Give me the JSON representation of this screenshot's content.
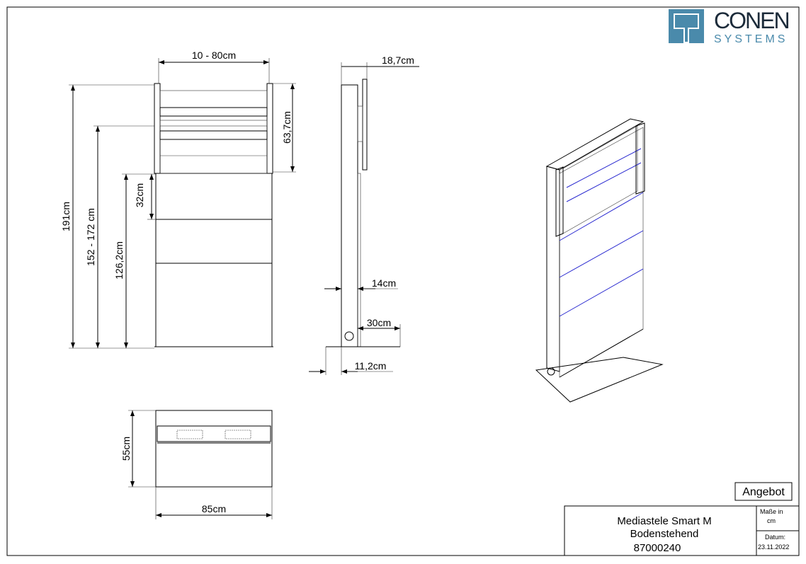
{
  "logo": {
    "line1": "CONEN",
    "line2": "SYSTEMS",
    "color": "#4a8aab"
  },
  "front_view": {
    "width_range": "10 -  80cm",
    "mount_height": "63,7cm",
    "total_height": "191cm",
    "center_height_range": "152 - 172 cm",
    "lower_height": "126,2cm",
    "top_panel": "32cm"
  },
  "side_view": {
    "depth_mount": "18,7cm",
    "column_depth": "14cm",
    "base_front": "30cm",
    "base_back": "11,2cm"
  },
  "top_view": {
    "depth": "55cm",
    "width": "85cm"
  },
  "title_block": {
    "status": "Angebot",
    "product_name": "Mediastele Smart M",
    "variant": "Bodenstehend",
    "article_number": "87000240",
    "units_label": "Maße in",
    "units_value": "cm",
    "date_label": "Datum:",
    "date_value": "23.11.2022"
  }
}
